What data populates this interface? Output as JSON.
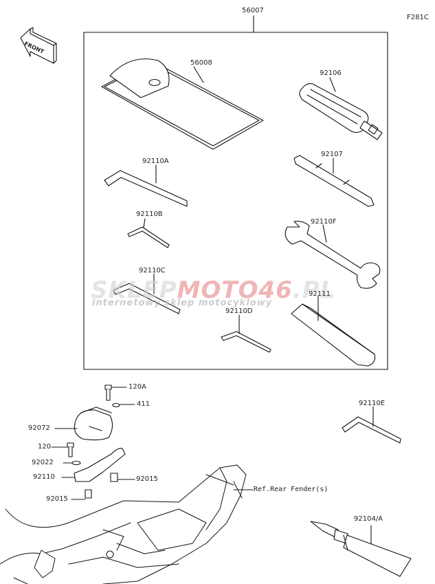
{
  "figure_id": "F281C",
  "front_label": "FRONT",
  "group_label": "56007",
  "parts": {
    "case": "56008",
    "screwdriver": "92106",
    "hex_a": "92110A",
    "driver_bit": "92107",
    "hex_b": "92110B",
    "wrench": "92110F",
    "hex_c": "92110C",
    "handle": "92111",
    "hex_d": "92110D",
    "hex_e": "92110E",
    "bolt_120a": "120A",
    "washer_411": "411",
    "holder_cover": "92072",
    "bolt_120": "120",
    "washer_92022": "92022",
    "bracket_92110": "92110",
    "collar_92015_right": "92015",
    "collar_92015_left": "92015",
    "ref_fender": "Ref.Rear Fender(s)",
    "grease": "92104/A"
  },
  "watermark": {
    "brand_grey_1": "SKLEP",
    "brand_red_1": "MOTO",
    "brand_red_2": "46",
    "brand_grey_2": ".PL",
    "tagline": "internetowy sklep motocyklowy"
  }
}
